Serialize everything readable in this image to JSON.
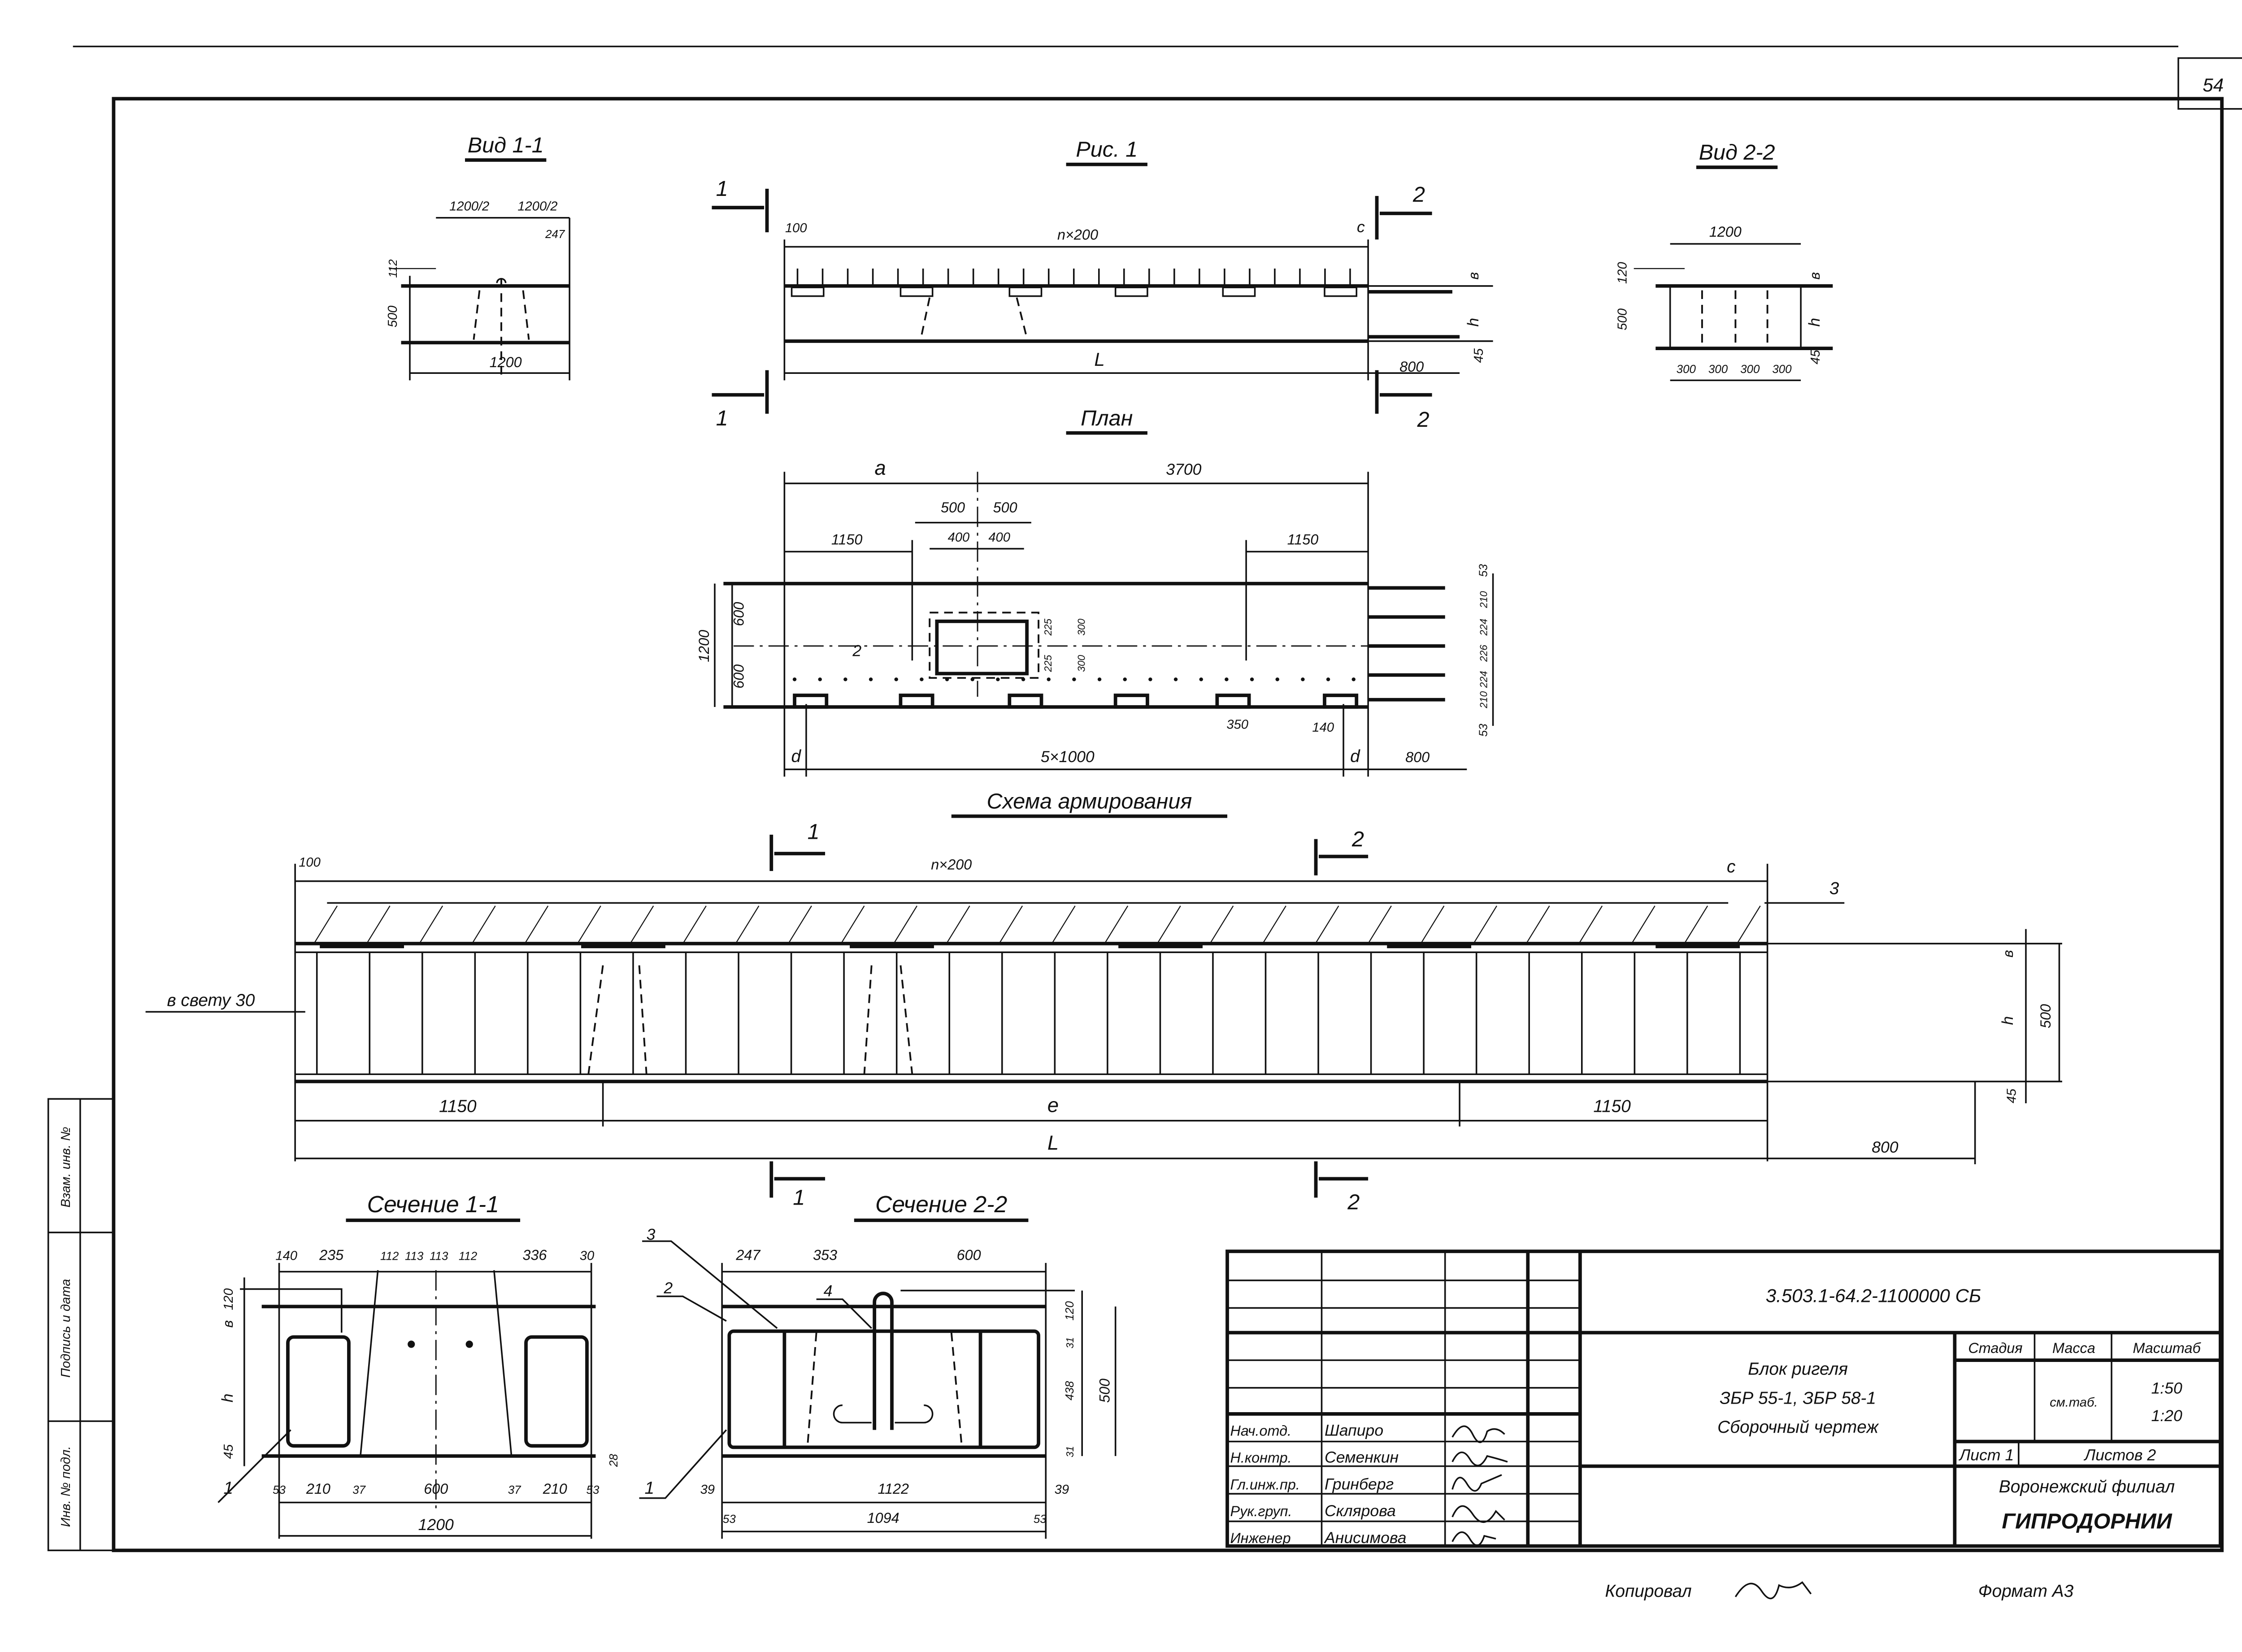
{
  "sheet_number": "54",
  "stamp_strip": [
    "Инв. № подл.",
    "Подпись и дата",
    "Взам. инв. №"
  ],
  "view_1_1": {
    "title": "Вид 1-1",
    "dims": [
      "1200/2",
      "1200/2",
      "247",
      "112",
      "500",
      "1200"
    ]
  },
  "fig1": {
    "title": "Рис. 1",
    "dims": {
      "start": "100",
      "span": "n×200",
      "end": "c",
      "length": "L",
      "ext": "800",
      "b": "в",
      "h": "h",
      "bottom": "45"
    },
    "cuts": [
      "1",
      "1",
      "2",
      "2"
    ]
  },
  "view_2_2": {
    "title": "Вид 2-2",
    "dims": [
      "1200",
      "120",
      "500",
      "в",
      "h",
      "45",
      "300",
      "300",
      "300",
      "300"
    ]
  },
  "plan": {
    "title": "План",
    "dims": [
      "a",
      "3700",
      "500",
      "500",
      "400",
      "400",
      "1150",
      "1150",
      "1200",
      "600",
      "600",
      "2",
      "350",
      "140",
      "d",
      "5×1000",
      "d",
      "800",
      "225",
      "225",
      "300",
      "300"
    ],
    "right_dims": [
      "53",
      "210",
      "224",
      "226",
      "224",
      "210",
      "53"
    ]
  },
  "reinforcement": {
    "title": "Схема армирования",
    "dims": [
      "100",
      "n×200",
      "c",
      "3",
      "в свету 30",
      "в",
      "h",
      "500",
      "45",
      "1150",
      "e",
      "1150",
      "L",
      "800"
    ],
    "cuts": [
      "1",
      "2",
      "1",
      "2"
    ]
  },
  "section_1_1": {
    "title": "Сечение 1-1",
    "top_dims": [
      "140",
      "235",
      "112",
      "113",
      "113",
      "112",
      "336",
      "30"
    ],
    "left_dims": [
      "в",
      "120",
      "h",
      "45"
    ],
    "bottom_dims": [
      "53",
      "210",
      "37",
      "600",
      "37",
      "210",
      "53"
    ],
    "total": "1200",
    "callout": "1",
    "side": "28"
  },
  "section_2_2": {
    "title": "Сечение 2-2",
    "top_dims": [
      "247",
      "353",
      "600"
    ],
    "callouts": [
      "3",
      "2",
      "4",
      "1"
    ],
    "bottom_dims": [
      "39",
      "1122",
      "39"
    ],
    "bottom_dims2": [
      "53",
      "1094",
      "53"
    ],
    "right_dims": [
      "120",
      "31",
      "438",
      "500",
      "31"
    ]
  },
  "title_block": {
    "code": "3.503.1-64.2-1100000 СБ",
    "name_lines": [
      "Блок ригеля",
      "ЗБР 55-1, ЗБР 58-1",
      "Сборочный чертеж"
    ],
    "headers": [
      "Стадия",
      "Масса",
      "Масштаб"
    ],
    "mass": "см.таб.",
    "scales": [
      "1:50",
      "1:20"
    ],
    "sheet": "Лист 1",
    "sheets": "Листов 2",
    "org_line1": "Воронежский филиал",
    "org_line2": "ГИПРОДОРНИИ",
    "staff": [
      {
        "role": "Нач.отд.",
        "name": "Шапиро"
      },
      {
        "role": "Н.контр.",
        "name": "Семенкин"
      },
      {
        "role": "Гл.инж.пр.",
        "name": "Гринберг"
      },
      {
        "role": "Рук.груп.",
        "name": "Склярова"
      },
      {
        "role": "Инженер",
        "name": "Анисимова"
      }
    ]
  },
  "footer": {
    "copied": "Копировал",
    "format": "Формат А3"
  }
}
